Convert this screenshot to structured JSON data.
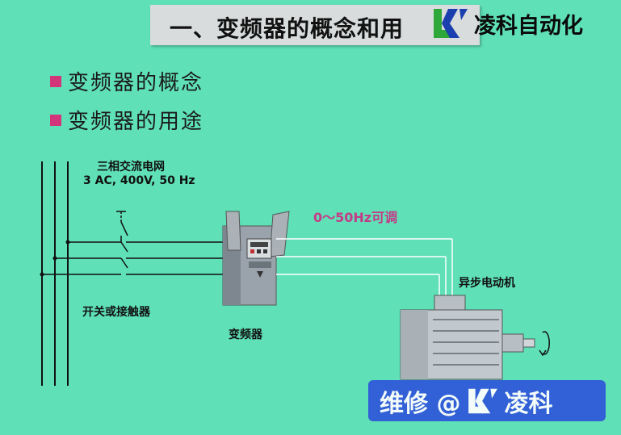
{
  "header": {
    "title": "一、变频器的概念和用",
    "brand_logo": "LK",
    "brand_name": "凌科自动化"
  },
  "bullets": [
    {
      "label": "变频器的概念"
    },
    {
      "label": "变频器的用途"
    }
  ],
  "diagram": {
    "supply_label_line1": "三相交流电网",
    "supply_label_line2": "3 AC, 400V, 50 Hz",
    "switch_label": "开关或接触器",
    "inverter_label": "变频器",
    "frequency_label": "0～50Hz可调",
    "motor_label": "异步电动机"
  },
  "watermark": {
    "prefix": "维修 @",
    "logo": "LK",
    "suffix": "凌科"
  },
  "colors": {
    "background": "#5fe0b6",
    "bullet_square": "#d2357a",
    "frequency_text": "#c43b87",
    "brand_green": "#2fa83a",
    "watermark_bg": "#2f57d9"
  },
  "icons": [
    "rotation-arrow-icon",
    "lk-logo-icon"
  ]
}
